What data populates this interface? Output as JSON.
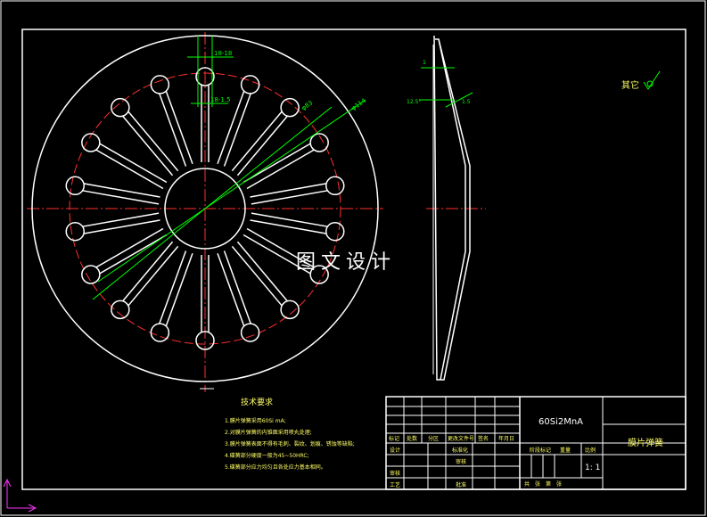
{
  "title_block": {
    "material": "60Si2MnA",
    "part_name": "膜片弹簧",
    "scale": "1: 1",
    "labels": {
      "mark": "标记",
      "count": "处数",
      "zone": "分区",
      "change_doc": "更改文件号",
      "signature": "签名",
      "date": "年月日",
      "design": "设计",
      "standardize": "标准化",
      "review": "审核",
      "process": "工艺",
      "approve": "批准",
      "stage_mark": "阶段标记",
      "weight": "重量",
      "ratio": "比例",
      "sheets": "共　张　第　张"
    }
  },
  "tech_req": {
    "title": "技术要求",
    "items": [
      "1.膜片弹簧采用60Si mA;",
      "2.对膜片弹簧的内锥面采用喷丸处理;",
      "3.膜片弹簧表面不得有毛刺、裂纹、划痕、锈蚀等缺陷;",
      "4.碟簧部分硬度一般为45~50HRC;",
      "5.碟簧部分应力均匀且各处应力基本相同。"
    ]
  },
  "surface_mark": "其它",
  "dimensions": {
    "d_top_1": "18-18",
    "d_top_2": "18-1.5",
    "d_diag_1": "φ83",
    "d_diag_2": "φ114",
    "side_angle": "12.5°",
    "side_t": "1",
    "side_t2": "1.5"
  },
  "watermark": "图文设计"
}
